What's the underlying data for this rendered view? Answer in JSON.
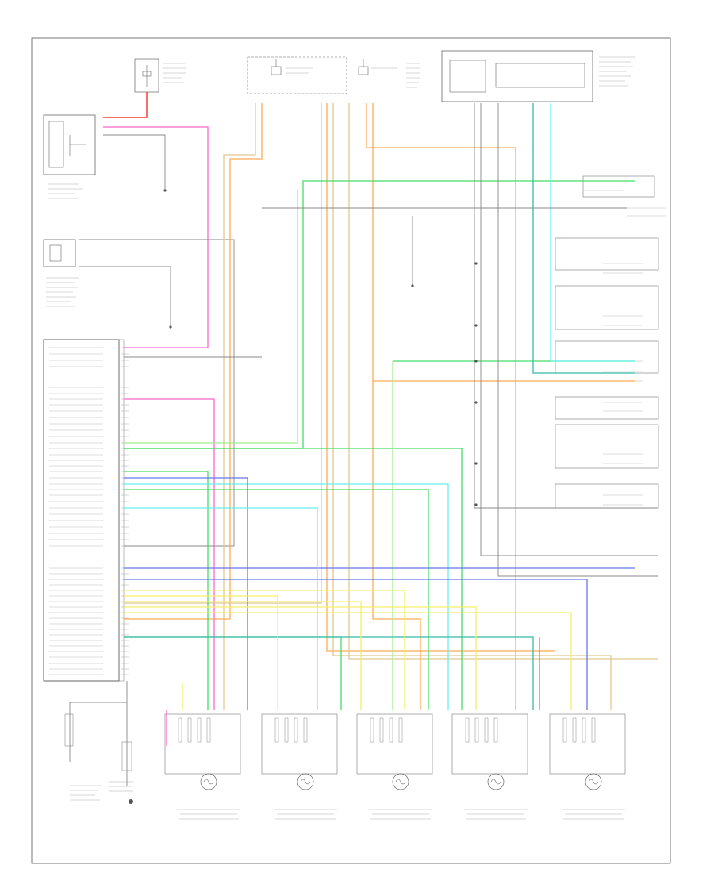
{
  "footer": {
    "code": ""
  },
  "colors": {
    "frame": "#555555",
    "red": "#ff3b2f",
    "pink": "#ff66cc",
    "orange": "#ffaa55",
    "tan": "#e0c890",
    "yellow": "#f5ef6a",
    "green": "#44dd66",
    "lightgreen": "#a4ec8c",
    "cyan": "#66eeee",
    "blue": "#6677ee",
    "teal": "#33bbaa",
    "gray": "#888888"
  },
  "components": [
    {
      "id": "fuse-block-1"
    },
    {
      "id": "fuse-block-2"
    },
    {
      "id": "fuse-block-3"
    },
    {
      "id": "relay-box"
    },
    {
      "id": "solenoid"
    },
    {
      "id": "coolant-sensor"
    },
    {
      "id": "pcm"
    },
    {
      "id": "bottom-sensor"
    },
    {
      "id": "injector-1"
    },
    {
      "id": "injector-2"
    },
    {
      "id": "injector-3"
    },
    {
      "id": "injector-4"
    },
    {
      "id": "injector-5"
    }
  ]
}
